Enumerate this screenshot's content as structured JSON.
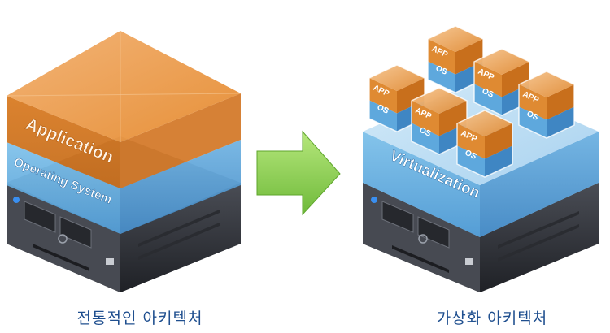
{
  "left_stack": {
    "application_label": "Application",
    "os_label": "Operating System",
    "caption": "전통적인 아키텍처"
  },
  "right_stack": {
    "virtualization_label": "Virtualization",
    "vm_app_label": "APP",
    "vm_os_label": "OS",
    "caption": "가상화 아키텍처"
  },
  "colors": {
    "orange": "#e2872b",
    "blue": "#5aa6dc",
    "server": "#3a3d45",
    "arrow": "#8fd14f",
    "caption": "#1f4f8f"
  },
  "icons": [
    "server-icon",
    "right-arrow-icon"
  ]
}
